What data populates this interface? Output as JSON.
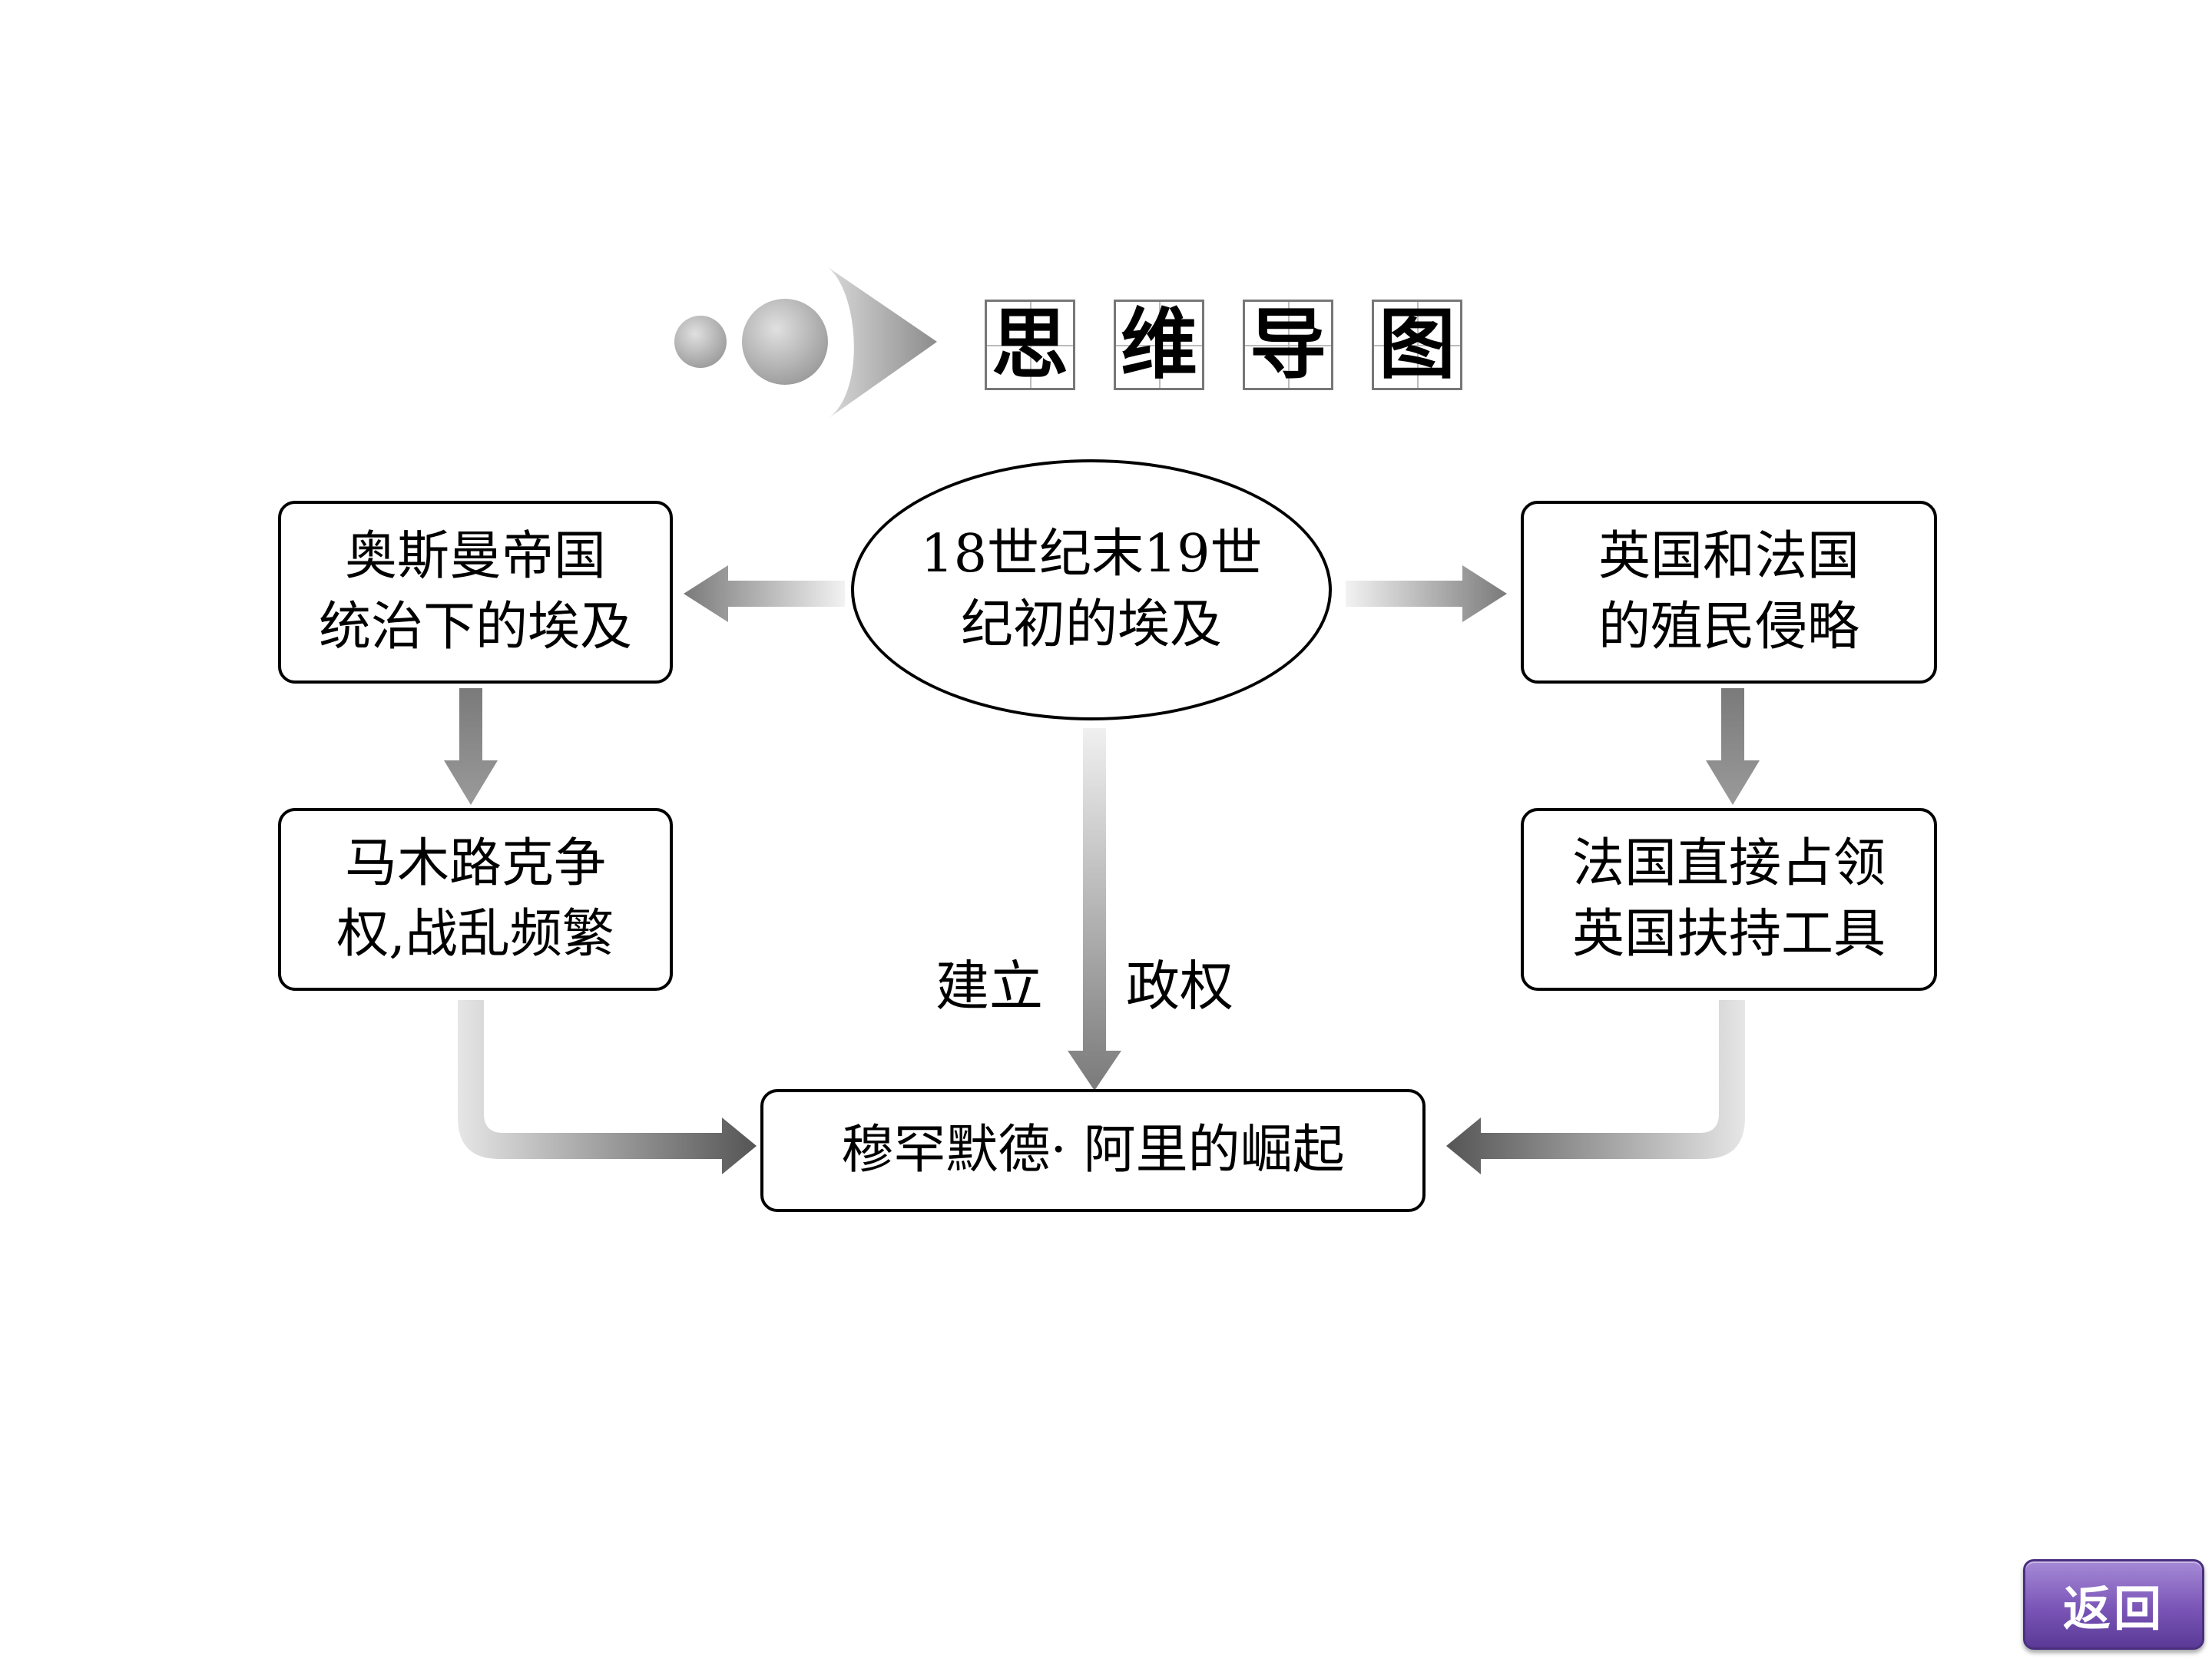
{
  "header": {
    "title_chars": [
      "思",
      "维",
      "导",
      "图"
    ]
  },
  "center": {
    "line1": "18世纪末19世",
    "line2": "纪初的埃及"
  },
  "left_top": {
    "line1": "奥斯曼帝国",
    "line2": "统治下的埃及"
  },
  "left_mid": {
    "line1": "马木路克争",
    "line2": "权,战乱频繁"
  },
  "right_top": {
    "line1": "英国和法国",
    "line2": "的殖民侵略"
  },
  "right_mid": {
    "line1": "法国直接占领",
    "line2": "英国扶持工具"
  },
  "bottom": {
    "text": "穆罕默德· 阿里的崛起"
  },
  "arrow_labels": {
    "left": "建立",
    "right": "政权"
  },
  "nav": {
    "return_label": "返回"
  },
  "colors": {
    "accent_purple": "#7a55b7",
    "arrow_gray": "#8a8a8a"
  }
}
